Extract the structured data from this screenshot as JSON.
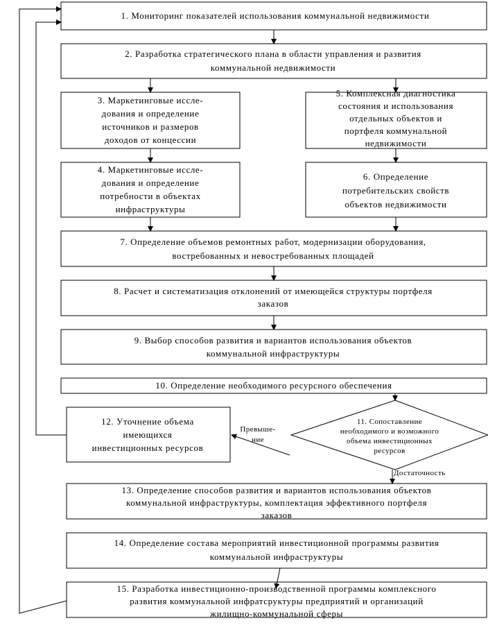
{
  "steps": {
    "s1": [
      "1. Мониторинг показателей использования коммунальной недвижимости"
    ],
    "s2": [
      "2. Разработка стратегического плана в области управления и развития",
      "коммунальной недвижимости"
    ],
    "s3": [
      "3. Маркетинговые иссле-",
      "дования и определение",
      "источников и размеров",
      "доходов от концессии"
    ],
    "s4": [
      "4. Маркетинговые иссле-",
      "дования и определение",
      "потребности в объектах",
      "инфраструктуры"
    ],
    "s5": [
      "5. Комплексная диагностика",
      "состояния и использования",
      "отдельных объектов и",
      "портфеля коммунальной",
      "недвижимости"
    ],
    "s6": [
      "6. Определение",
      "потребительских свойств",
      "объектов недвижимости"
    ],
    "s7": [
      "7. Определение объемов ремонтных работ, модернизации оборудования,",
      "востребованных и невостребованных площадей"
    ],
    "s8": [
      "8. Расчет и систематизация отклонений  от имеющейся структуры портфеля",
      "заказов"
    ],
    "s9": [
      "9. Выбор способов развития и вариантов использования объектов",
      "коммунальной инфраструктуры"
    ],
    "s10": [
      "10. Определение необходимого ресурсного обеспечения"
    ],
    "s11": [
      "11. Сопоставление",
      "необходимого и возможного",
      "объема инвестиционных",
      "ресурсов"
    ],
    "s12": [
      "12. Уточнение объема",
      "имеющихся",
      "инвестиционных ресурсов"
    ],
    "s13": [
      "13. Определение способов развития и вариантов использования объектов",
      "коммунальной инфраструктуры, комплектация эффективного портфеля",
      "заказов"
    ],
    "s14": [
      "14. Определение состава мероприятий инвестиционной программы развития",
      "коммунальной инфраструктуры"
    ],
    "s15": [
      "15. Разработка инвестиционно-производственной  программы комплексного",
      "развития коммунальной инфратсруктуры  предприятий и организаций",
      "жилищно-коммунальной сферы"
    ]
  },
  "labels": {
    "excess": [
      "Превыше-",
      "ние"
    ],
    "sufficiency": "Достаточность"
  }
}
